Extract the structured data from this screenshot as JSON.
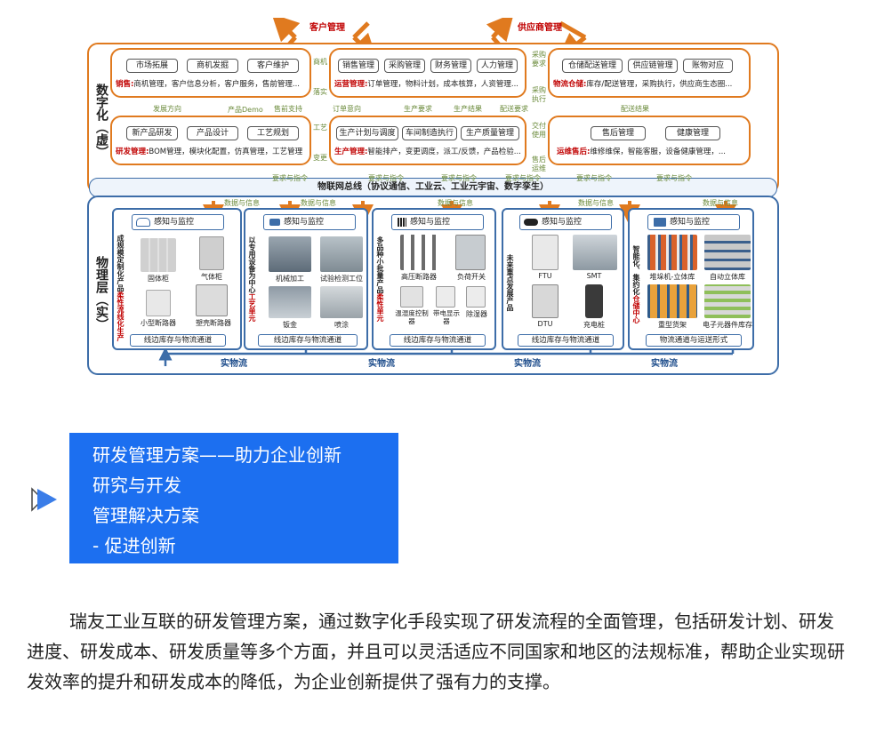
{
  "top_labels": {
    "customer": "客户管理",
    "supplier": "供应商管理"
  },
  "digital": {
    "side": "数字化（虚）",
    "sales": {
      "buttons": [
        "市场拓展",
        "商机发掘",
        "客户维护"
      ],
      "tag": "销售:",
      "desc": "商机管理，客户信息分析，客户服务，售前管理..."
    },
    "ops": {
      "buttons": [
        "销售管理",
        "采购管理",
        "财务管理",
        "人力管理"
      ],
      "tag": "运营管理:",
      "desc": "订单管理，物料计划，成本核算，人资管理..."
    },
    "logistics": {
      "buttons": [
        "仓储配送管理",
        "供应链管理",
        "账物对应"
      ],
      "tag": "物流仓储:",
      "desc": "库存/配送管理，采购执行，供应商生态圈..."
    },
    "rd": {
      "buttons": [
        "新产品研发",
        "产品设计",
        "工艺规划"
      ],
      "tag": "研发管理:",
      "desc": "BOM管理，模块化配置，仿真管理，工艺管理"
    },
    "prod": {
      "buttons": [
        "生产计划与调度",
        "车间制造执行",
        "生产质量管理"
      ],
      "tag": "生产管理:",
      "desc": "智能排产，变更调度，派工/反馈，产品检验..."
    },
    "aftersale": {
      "buttons": [
        "售后管理",
        "健康管理"
      ],
      "tag": "运维售后:",
      "desc": "维修维保，智能客服，设备健康管理，..."
    },
    "links": {
      "dev_dir": "发展方向",
      "demo": "产品Demo",
      "presale": "售前支持",
      "order": "订单意向",
      "prod_req": "生产要求",
      "prod_res": "生产结果",
      "ship_req": "配送要求",
      "ship_res": "配送结果",
      "opp": "商机",
      "place": "落实",
      "craft": "工艺",
      "change": "变更",
      "purchase": "采购",
      "req": "要求",
      "procure": "采购",
      "exec": "执行",
      "deliver": "交付",
      "use": "使用",
      "after": "售后",
      "ops2": "运维"
    }
  },
  "bus": {
    "title": "物联网总线（协议通信、工业云、工业元宇宙、数字孪生）",
    "req": "要求与指令",
    "info": "数据与信息"
  },
  "physical": {
    "side": "物理层（实）",
    "sense": "感知与监控",
    "cols": [
      {
        "vtext": "成规模定制化产品",
        "vtext_red": "柔性流线化生产",
        "items": [
          "固体柜",
          "气体柜",
          "小型断路器",
          "塑壳断路器"
        ],
        "foot": "线边库存与物流通道"
      },
      {
        "vtext": "以专用设备为中心",
        "vtext_red": "工艺单元",
        "items": [
          "机械加工",
          "试验检测工位",
          "钣金",
          "喷涂"
        ],
        "foot": "线边库存与物流通道"
      },
      {
        "vtext": "多品种小批量产品",
        "vtext_red": "柔性单元",
        "items": [
          "高压断路器",
          "负荷开关",
          "温湿度控制器",
          "带电显示器",
          "除湿器"
        ],
        "foot": "线边库存与物流通道"
      },
      {
        "vtext": "未来重点发展产品",
        "vtext_red": "",
        "items": [
          "FTU",
          "SMT",
          "DTU",
          "充电桩"
        ],
        "foot": "线边库存与物流通道"
      },
      {
        "vtext": "智能化、集约化",
        "vtext_red": "仓储中心",
        "items": [
          "堆垛机-立体库",
          "自动立体库",
          "重型货架",
          "电子元器件库存"
        ],
        "foot": "物流通道与运送形式"
      }
    ],
    "flow": "实物流"
  },
  "callout": {
    "lines": [
      "研发管理方案——助力企业创新",
      "研究与开发",
      "管理解决方案",
      "- 促进创新"
    ]
  },
  "paragraph": "瑞友工业互联的研发管理方案，通过数字化手段实现了研发流程的全面管理，包括研发计划、研发进度、研发成本、研发质量等多个方面，并且可以灵活适应不同国家和地区的法规标准，帮助企业实现研发效率的提升和研发成本的降低，为企业创新提供了强有力的支撑。",
  "colors": {
    "orange": "#e07a1f",
    "blue": "#3d6da8",
    "red": "#c00000",
    "callout": "#1c6ff0"
  }
}
